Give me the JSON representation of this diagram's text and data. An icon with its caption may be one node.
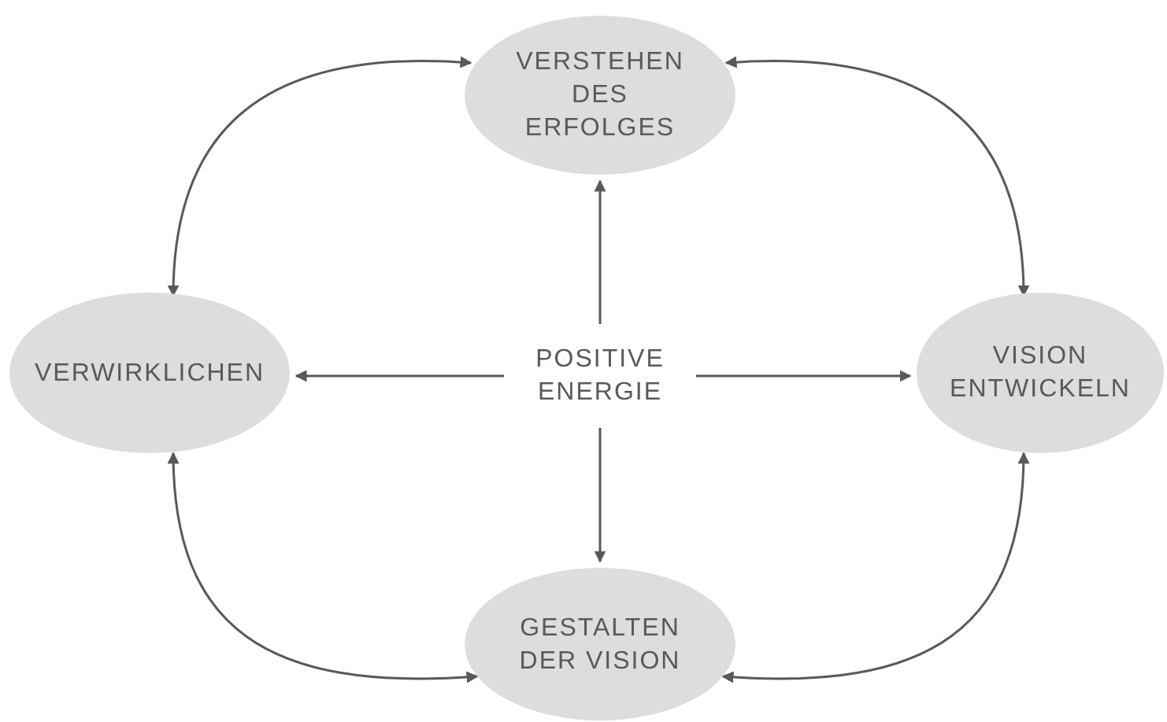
{
  "diagram": {
    "nodes": [
      {
        "text": [
          "VERSTEHEN DES ERFOLGES"
        ]
      },
      {
        "text": [
          "VERWIRKLICHEN"
        ]
      },
      {
        "text": [
          "POSITIVE ENERGIE"
        ]
      },
      {
        "text": [
          "VISION ENTWICKELN"
        ]
      },
      {
        "text": [
          "GESTALTEN DER VISION"
        ]
      }
    ],
    "edges": [
      {
        "from": 2,
        "to": 0,
        "arrow": "to"
      },
      {
        "from": 2,
        "to": 1,
        "arrow": "to"
      },
      {
        "from": 2,
        "to": 3,
        "arrow": "to"
      },
      {
        "from": 2,
        "to": 4,
        "arrow": "to"
      },
      {
        "from": 0,
        "to": 1,
        "arrow": "both"
      },
      {
        "from": 0,
        "to": 3,
        "arrow": "both"
      },
      {
        "from": 1,
        "to": 4,
        "arrow": "both"
      },
      {
        "from": 3,
        "to": 4,
        "arrow": "both"
      }
    ]
  }
}
